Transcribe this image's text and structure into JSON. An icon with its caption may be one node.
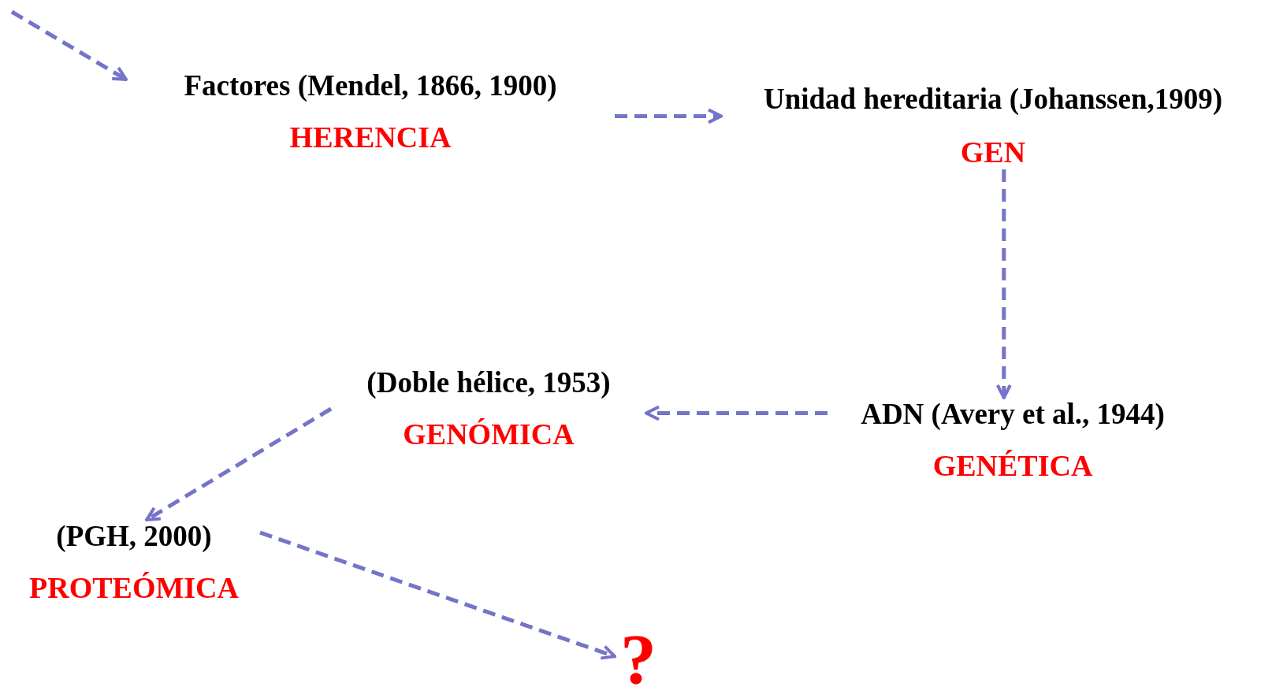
{
  "diagram": {
    "nodes": [
      {
        "text": [
          "Factores (Mendel, 1866, 1900)",
          "HERENCIA"
        ]
      },
      {
        "text": [
          "Unidad hereditaria (Johanssen,1909)",
          "GEN"
        ]
      },
      {
        "text": [
          "ADN (Avery et al., 1944)",
          "GENÉTICA"
        ]
      },
      {
        "text": [
          "(Doble hélice, 1953)",
          "GENÓMICA"
        ]
      },
      {
        "text": [
          "(PGH, 2000)",
          "PROTEÓMICA"
        ]
      },
      {
        "text": [
          "?"
        ]
      }
    ],
    "edges": [
      {
        "from": null,
        "to": 0,
        "arrow": "to",
        "style": "dashed"
      },
      {
        "from": 0,
        "to": 1,
        "arrow": "to",
        "style": "dashed"
      },
      {
        "from": 1,
        "to": 2,
        "arrow": "to",
        "style": "dashed"
      },
      {
        "from": 2,
        "to": 3,
        "arrow": "to",
        "style": "dashed"
      },
      {
        "from": 3,
        "to": 4,
        "arrow": "to",
        "style": "dashed"
      },
      {
        "from": 4,
        "to": 5,
        "arrow": "to",
        "style": "dashed"
      }
    ]
  }
}
